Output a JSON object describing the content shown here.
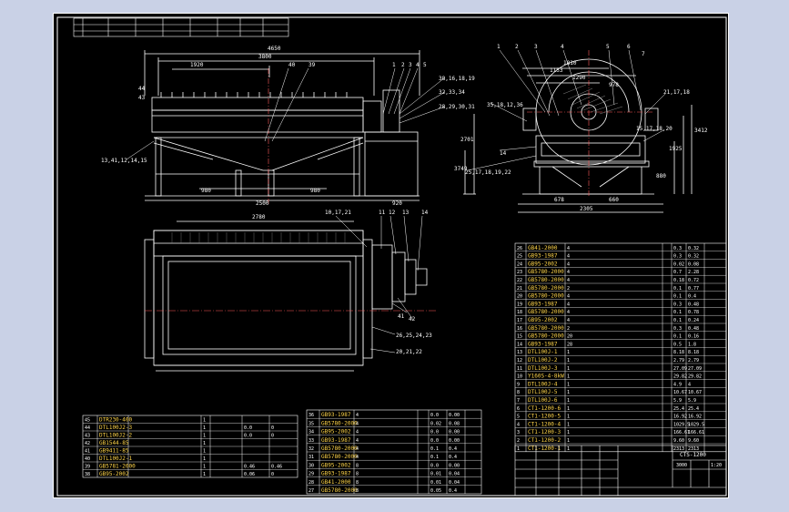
{
  "colors": {
    "background": "#c9d1e6",
    "sheet": "#000000",
    "line": "#ffffff",
    "center": "#ff5a5a",
    "accent": "#ffd54a"
  },
  "front": {
    "overall": "4650",
    "span": "3800",
    "left": "1920",
    "callouts": [
      "1",
      "2",
      "3",
      "4",
      "5",
      "40",
      "39",
      "44",
      "43",
      "13,41,12,14,15",
      "38,16,18,19",
      "32,33,34",
      "28,29,30,31"
    ],
    "bottom": [
      "980",
      "980"
    ],
    "base": "2500",
    "right": "920"
  },
  "side": {
    "callouts": [
      "1",
      "2",
      "3",
      "4",
      "5",
      "6",
      "7",
      "35,18,12,36",
      "14",
      "15,17,18,20",
      "21,17,18",
      "25,17,18,19,22"
    ],
    "top1": "1153",
    "top2": "1290",
    "top3": "1810",
    "mid": "978",
    "heights": [
      "2701",
      "3749",
      "1925",
      "3412",
      "880"
    ],
    "bot1": "678",
    "bot2": "660",
    "total": "2305"
  },
  "plan": {
    "width": "2780",
    "callouts": [
      "10,17,21",
      "11",
      "12",
      "13",
      "14",
      "41",
      "42",
      "26,25,24,23",
      "20,21,22"
    ]
  },
  "bom_left": [
    {
      "n": "45",
      "code": "DTR230-400",
      "name": "",
      "q": "1",
      "m": "",
      "w1": "",
      "w2": ""
    },
    {
      "n": "44",
      "code": "DTL100J2-3",
      "name": "",
      "q": "1",
      "m": "",
      "w1": "0.0",
      "w2": "0"
    },
    {
      "n": "43",
      "code": "DTL100J2-2",
      "name": "",
      "q": "1",
      "m": "",
      "w1": "0.0",
      "w2": "0"
    },
    {
      "n": "42",
      "code": "GB1544-85",
      "name": "",
      "q": "1",
      "m": "",
      "w1": "",
      "w2": ""
    },
    {
      "n": "41",
      "code": "GB9411-85",
      "name": "",
      "q": "1",
      "m": "",
      "w1": "",
      "w2": ""
    },
    {
      "n": "40",
      "code": "DTL100J2-1",
      "name": "",
      "q": "1",
      "m": "",
      "w1": "",
      "w2": ""
    },
    {
      "n": "39",
      "code": "GB5781-2000",
      "name": "",
      "q": "1",
      "m": "",
      "w1": "0.46",
      "w2": "0.46"
    },
    {
      "n": "38",
      "code": "GB95-2002",
      "name": "",
      "q": "1",
      "m": "",
      "w1": "0.06",
      "w2": "0"
    }
  ],
  "bom_mid": [
    {
      "n": "36",
      "code": "GB93-1987",
      "q": "4",
      "m": "",
      "w1": "0.0",
      "w2": "0.00"
    },
    {
      "n": "35",
      "code": "GB5780-2000",
      "q": "4",
      "m": "",
      "w1": "0.02",
      "w2": "0.08"
    },
    {
      "n": "34",
      "code": "GB95-2002",
      "q": "4",
      "m": "",
      "w1": "0.0",
      "w2": "0.00"
    },
    {
      "n": "33",
      "code": "GB93-1987",
      "q": "4",
      "m": "",
      "w1": "0.0",
      "w2": "0.00"
    },
    {
      "n": "32",
      "code": "GB5780-2000",
      "q": "4",
      "m": "",
      "w1": "0.1",
      "w2": "0.4"
    },
    {
      "n": "31",
      "code": "GB5780-2000",
      "q": "4",
      "m": "",
      "w1": "0.1",
      "w2": "0.4"
    },
    {
      "n": "30",
      "code": "GB95-2002",
      "q": "8",
      "m": "",
      "w1": "0.0",
      "w2": "0.00"
    },
    {
      "n": "29",
      "code": "GB93-1987",
      "q": "8",
      "m": "",
      "w1": "0.01",
      "w2": "0.04"
    },
    {
      "n": "28",
      "code": "GB41-2000",
      "q": "8",
      "m": "",
      "w1": "0.01",
      "w2": "0.04"
    },
    {
      "n": "27",
      "code": "GB5780-2000",
      "q": "8",
      "m": "",
      "w1": "0.05",
      "w2": "0.4"
    }
  ],
  "bom_right": [
    {
      "n": "26",
      "code": "GB41-2000",
      "q": "4",
      "m": "",
      "w1": "0.3",
      "w2": "0.32"
    },
    {
      "n": "25",
      "code": "GB93-1987",
      "q": "4",
      "m": "",
      "w1": "0.3",
      "w2": "0.32"
    },
    {
      "n": "24",
      "code": "GB95-2002",
      "q": "4",
      "m": "",
      "w1": "0.02",
      "w2": "0.08"
    },
    {
      "n": "23",
      "code": "GB5780-2000",
      "q": "4",
      "m": "",
      "w1": "0.7",
      "w2": "2.28"
    },
    {
      "n": "22",
      "code": "GB5780-2000",
      "q": "4",
      "m": "",
      "w1": "0.18",
      "w2": "0.72"
    },
    {
      "n": "21",
      "code": "GB5780-2000",
      "q": "2",
      "m": "",
      "w1": "0.1",
      "w2": "0.77"
    },
    {
      "n": "20",
      "code": "GB5780-2000",
      "q": "4",
      "m": "",
      "w1": "0.1",
      "w2": "0.4"
    },
    {
      "n": "19",
      "code": "GB93-1987",
      "q": "4",
      "m": "",
      "w1": "0.3",
      "w2": "0.48"
    },
    {
      "n": "18",
      "code": "GB5780-2000",
      "q": "4",
      "m": "",
      "w1": "0.1",
      "w2": "0.78"
    },
    {
      "n": "17",
      "code": "GB95-2002",
      "q": "4",
      "m": "",
      "w1": "0.1",
      "w2": "0.24"
    },
    {
      "n": "16",
      "code": "GB5780-2000",
      "q": "2",
      "m": "",
      "w1": "0.3",
      "w2": "0.48"
    },
    {
      "n": "15",
      "code": "GB5780-2000",
      "q": "20",
      "m": "",
      "w1": "0.1",
      "w2": "0.16"
    },
    {
      "n": "14",
      "code": "GB93-1987",
      "q": "28",
      "m": "",
      "w1": "0.5",
      "w2": "1.8"
    },
    {
      "n": "13",
      "code": "DTL100J-1",
      "q": "1",
      "m": "",
      "w1": "8.18",
      "w2": "8.18"
    },
    {
      "n": "12",
      "code": "DTL100J-2",
      "q": "1",
      "m": "",
      "w1": "2.79",
      "w2": "2.79"
    },
    {
      "n": "11",
      "code": "DTL100J-3",
      "q": "1",
      "m": "",
      "w1": "27.09",
      "w2": "27.09"
    },
    {
      "n": "10",
      "code": "Y160S-4-8kW",
      "q": "1",
      "m": "",
      "w1": "29.82",
      "w2": "29.82"
    },
    {
      "n": "9",
      "code": "DTL100J-4",
      "q": "1",
      "m": "",
      "w1": "4.9",
      "w2": "4"
    },
    {
      "n": "8",
      "code": "DTL100J-5",
      "q": "1",
      "m": "",
      "w1": "10.67",
      "w2": "10.67"
    },
    {
      "n": "7",
      "code": "DTL100J-6",
      "q": "1",
      "m": "",
      "w1": "5.9",
      "w2": "5.9"
    },
    {
      "n": "6",
      "code": "CT1-1200-6",
      "q": "1",
      "m": "",
      "w1": "25.4",
      "w2": "25.4"
    },
    {
      "n": "5",
      "code": "CT1-1200-5",
      "q": "1",
      "m": "",
      "w1": "16.92",
      "w2": "16.92"
    },
    {
      "n": "4",
      "code": "CT1-1200-4",
      "q": "1",
      "m": "",
      "w1": "1029.5",
      "w2": "1029.5"
    },
    {
      "n": "3",
      "code": "CT1-1200-3",
      "q": "1",
      "m": "",
      "w1": "166.61",
      "w2": "166.61"
    },
    {
      "n": "2",
      "code": "CT1-1200-2",
      "q": "1",
      "m": "",
      "w1": "9.60",
      "w2": "9.60"
    },
    {
      "n": "1",
      "code": "CT1-1200-1",
      "q": "1",
      "m": "",
      "w1": "2313",
      "w2": "2313"
    }
  ],
  "title_block": {
    "drawing_no": "CTS-1200",
    "weight": "3000",
    "scale": "1:20",
    "sheet": ""
  },
  "top_table": {
    "row1": [
      "",
      ""
    ],
    "row2": [
      "",
      "",
      "",
      "",
      "",
      "",
      "",
      "",
      ""
    ]
  }
}
